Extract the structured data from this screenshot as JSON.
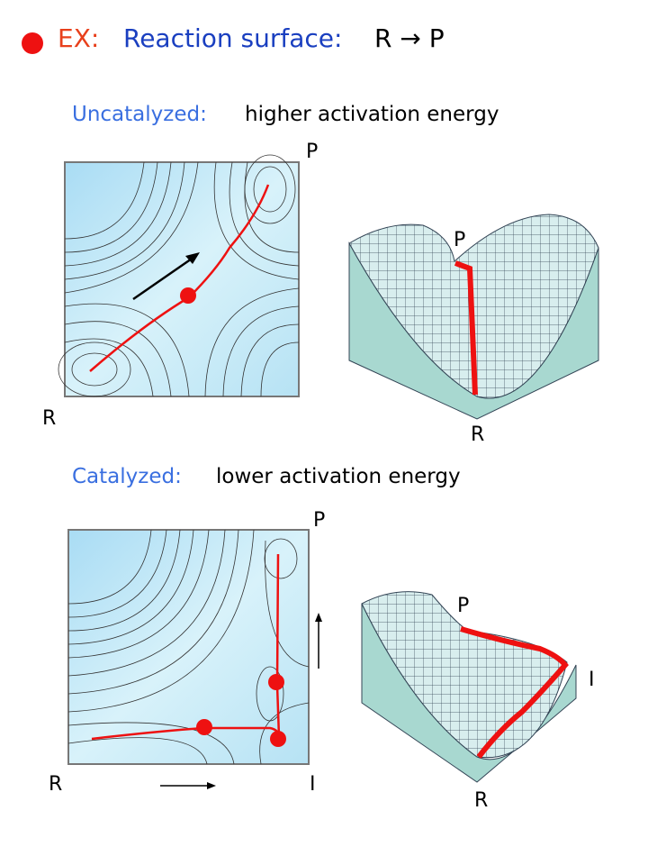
{
  "title": {
    "prefix": "EX:",
    "text": "Reaction surface:",
    "reaction": "R → P"
  },
  "uncatalyzed": {
    "label": "Uncatalyzed:",
    "description": "higher activation energy",
    "contour_labels": {
      "start": "R",
      "end": "P"
    },
    "surface_labels": {
      "start": "R",
      "end": "P"
    }
  },
  "catalyzed": {
    "label": "Catalyzed:",
    "description": "lower activation energy",
    "contour_labels": {
      "start": "R",
      "end": "P",
      "intermediate": "I"
    },
    "surface_labels": {
      "start": "R",
      "end": "P",
      "intermediate": "I"
    }
  },
  "colors": {
    "bullet": "#ee1111",
    "ex": "#e8401c",
    "title": "#1a3fc0",
    "header": "#3a6fe0",
    "path": "#ee1111",
    "surface": "#a8d8d0",
    "contour_fill": "#c8ecf8"
  }
}
